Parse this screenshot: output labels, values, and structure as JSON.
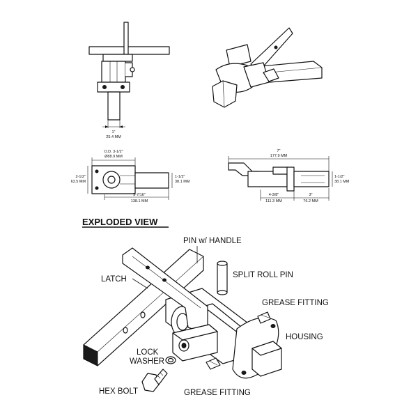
{
  "dimensions": {
    "side_width_in": "1\"",
    "side_width_mm": "25.4 MM",
    "od_in": "O.D. 3-1/2\"",
    "od_mm": "Ø88.9 MM",
    "left_height_in": "2-1/2\"",
    "left_height_mm": "63.5 MM",
    "tube_height_in": "1-1/2\"",
    "tube_height_mm": "38.1 MM",
    "front_length_in": "5-7/16\"",
    "front_length_mm": "138.1 MM",
    "total_length_in": "7\"",
    "total_length_mm": "177.9 MM",
    "housing_length_in": "4-3/8\"",
    "housing_length_mm": "111.3 MM",
    "tube_length_in": "3\"",
    "tube_length_mm": "76.2 MM",
    "right_tube_height_in": "1-1/2\"",
    "right_tube_height_mm": "38.1 MM"
  },
  "exploded": {
    "title": "EXPLODED VIEW",
    "pin_handle": "PIN w/ HANDLE",
    "latch": "LATCH",
    "split_roll_pin": "SPLIT ROLL PIN",
    "grease_fitting_top": "GREASE FITTING",
    "housing": "HOUSING",
    "lock": "LOCK",
    "washer": "WASHER",
    "hex_bolt": "HEX BOLT",
    "grease_fitting_bottom": "GREASE FITTING"
  }
}
